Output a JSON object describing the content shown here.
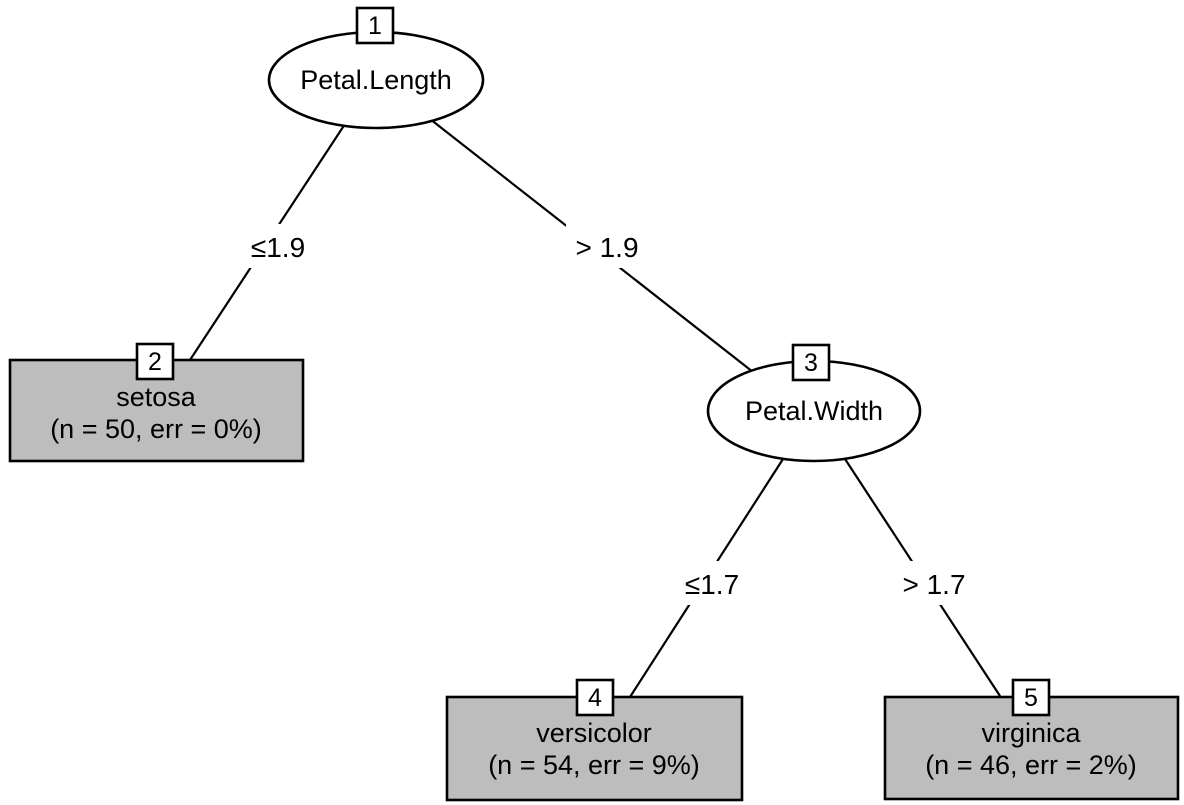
{
  "diagram": {
    "title": "decision-tree",
    "colors": {
      "background": "#ffffff",
      "split_node_fill": "#ffffff",
      "leaf_node_fill": "#bdbdbd",
      "stroke": "#000000"
    },
    "nodes": [
      {
        "id": "1",
        "kind": "split",
        "label": "Petal.Length"
      },
      {
        "id": "2",
        "kind": "leaf",
        "label": "setosa",
        "stats": "(n = 50, err = 0%)"
      },
      {
        "id": "3",
        "kind": "split",
        "label": "Petal.Width"
      },
      {
        "id": "4",
        "kind": "leaf",
        "label": "versicolor",
        "stats": "(n = 54, err = 9%)"
      },
      {
        "id": "5",
        "kind": "leaf",
        "label": "virginica",
        "stats": "(n = 46, err = 2%)"
      }
    ],
    "edges": [
      {
        "from": "1",
        "to": "2",
        "label": "≤1.9"
      },
      {
        "from": "1",
        "to": "3",
        "label": "> 1.9"
      },
      {
        "from": "3",
        "to": "4",
        "label": "≤1.7"
      },
      {
        "from": "3",
        "to": "5",
        "label": "> 1.7"
      }
    ]
  }
}
